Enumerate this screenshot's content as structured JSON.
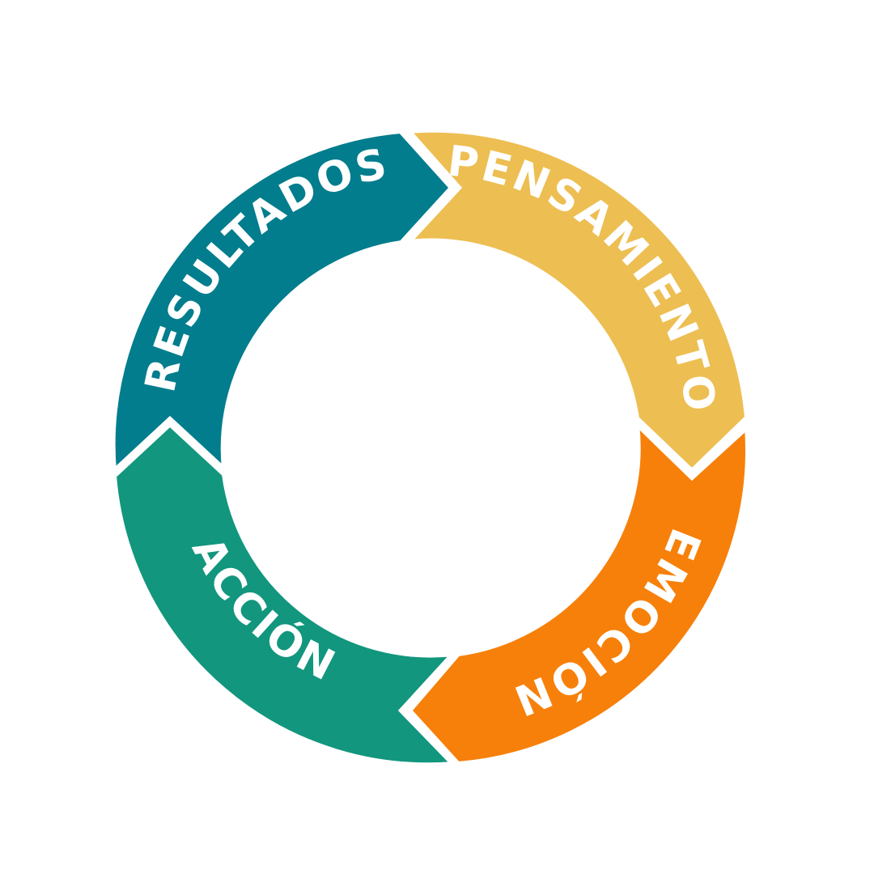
{
  "diagram": {
    "segments": [
      {
        "label": "PENSAMIENTO",
        "color": "#EDBE52"
      },
      {
        "label": "EMOCIÓN",
        "color": "#F7800A"
      },
      {
        "label": "ACCIÓN",
        "color": "#12967E"
      },
      {
        "label": "RESULTADOS",
        "color": "#017D8D"
      }
    ]
  }
}
